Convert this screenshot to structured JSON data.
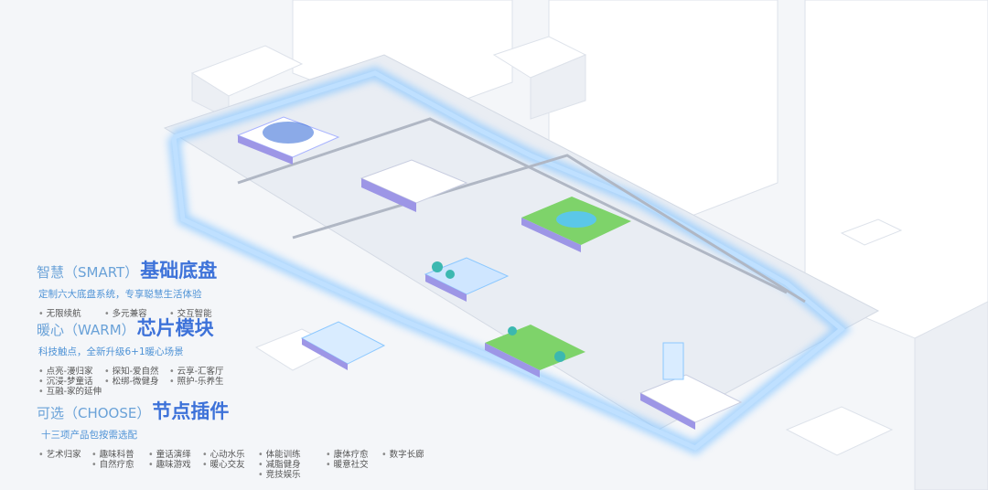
{
  "smart": {
    "prefix": "智慧（SMART）",
    "title": "基础底盘",
    "subtitle": "定制六大底盘系统，专享聪慧生活体验",
    "items": [
      "无限续航",
      "多元兼容",
      "交互智能"
    ]
  },
  "warm": {
    "prefix": "暖心（WARM）",
    "title": "芯片模块",
    "subtitle": "科技触点，全新升级6+1暖心场景",
    "items": [
      "点亮-漫归家",
      "探知-爱自然",
      "云享-汇客厅",
      "沉浸-梦童话",
      "松绑-微健身",
      "照护-乐养生",
      "互融-家的延伸"
    ]
  },
  "choose": {
    "prefix": "可选（CHOOSE）",
    "title": "节点插件",
    "subtitle": "十三项产品包按需选配",
    "items": [
      "艺术归家",
      "趣味科普",
      "自然疗愈",
      "童话演绎",
      "趣味游戏",
      "心动水乐",
      "暖心交友",
      "体能训练",
      "减脂健身",
      "竞技娱乐",
      "康体疗愈",
      "暖意社交",
      "数字长廊"
    ]
  },
  "colors": {
    "accent": "#3d72d9",
    "glow": "#8cc8ff",
    "green": "#7ed36a",
    "purple": "#8f86e0"
  }
}
